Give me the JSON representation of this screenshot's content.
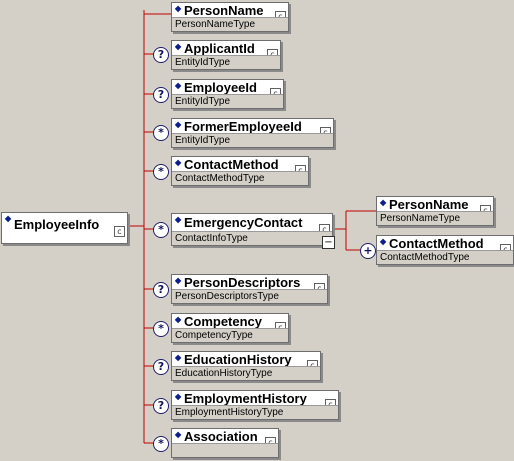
{
  "root": {
    "name": "EmployeeInfo"
  },
  "children": [
    {
      "name": "PersonName",
      "type": "PersonNameType",
      "occurrence": ""
    },
    {
      "name": "ApplicantId",
      "type": "EntityIdType",
      "occurrence": "?"
    },
    {
      "name": "EmployeeId",
      "type": "EntityIdType",
      "occurrence": "?"
    },
    {
      "name": "FormerEmployeeId",
      "type": "EntityIdType",
      "occurrence": "*"
    },
    {
      "name": "ContactMethod",
      "type": "ContactMethodType",
      "occurrence": "*"
    },
    {
      "name": "EmergencyContact",
      "type": "ContactInfoType",
      "occurrence": "*"
    },
    {
      "name": "PersonDescriptors",
      "type": "PersonDescriptorsType",
      "occurrence": "?"
    },
    {
      "name": "Competency",
      "type": "CompetencyType",
      "occurrence": "*"
    },
    {
      "name": "EducationHistory",
      "type": "EducationHistoryType",
      "occurrence": "?"
    },
    {
      "name": "EmploymentHistory",
      "type": "EmploymentHistoryType",
      "occurrence": "?"
    },
    {
      "name": "Association",
      "type": "",
      "occurrence": "*"
    }
  ],
  "emergency_children": [
    {
      "name": "PersonName",
      "type": "PersonNameType",
      "occurrence": ""
    },
    {
      "name": "ContactMethod",
      "type": "ContactMethodType",
      "occurrence": "+"
    }
  ],
  "symbols": {
    "complex_type": "c",
    "element_marker": "◆"
  },
  "colors": {
    "line": "#c00000",
    "diamond": "#0a1e8c",
    "background": "#d4d0c8"
  }
}
